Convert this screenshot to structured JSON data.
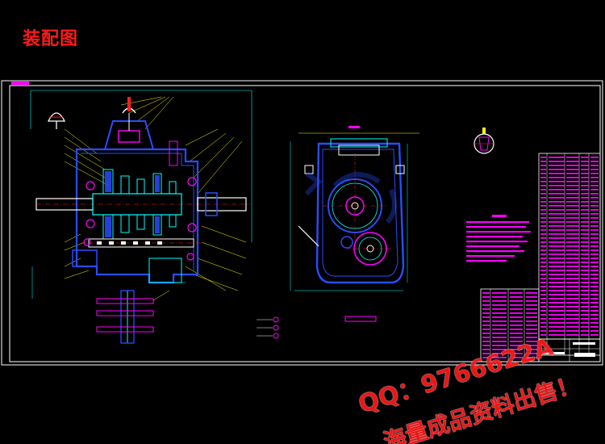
{
  "title": "装配图",
  "watermark": {
    "qq": "QQ：9766622A",
    "line": "海量成品资料出售！"
  },
  "colors": {
    "background": "#000000",
    "frame": "#ffffff",
    "title": "#ff1a1a",
    "cyan": "#00ffff",
    "blue": "#2a4dff",
    "magenta": "#ff00ff",
    "yellow": "#ffff00",
    "red": "#ff2020",
    "green": "#00ff00"
  },
  "icons": [
    "balloon-callout-icon",
    "section-view-icon"
  ]
}
